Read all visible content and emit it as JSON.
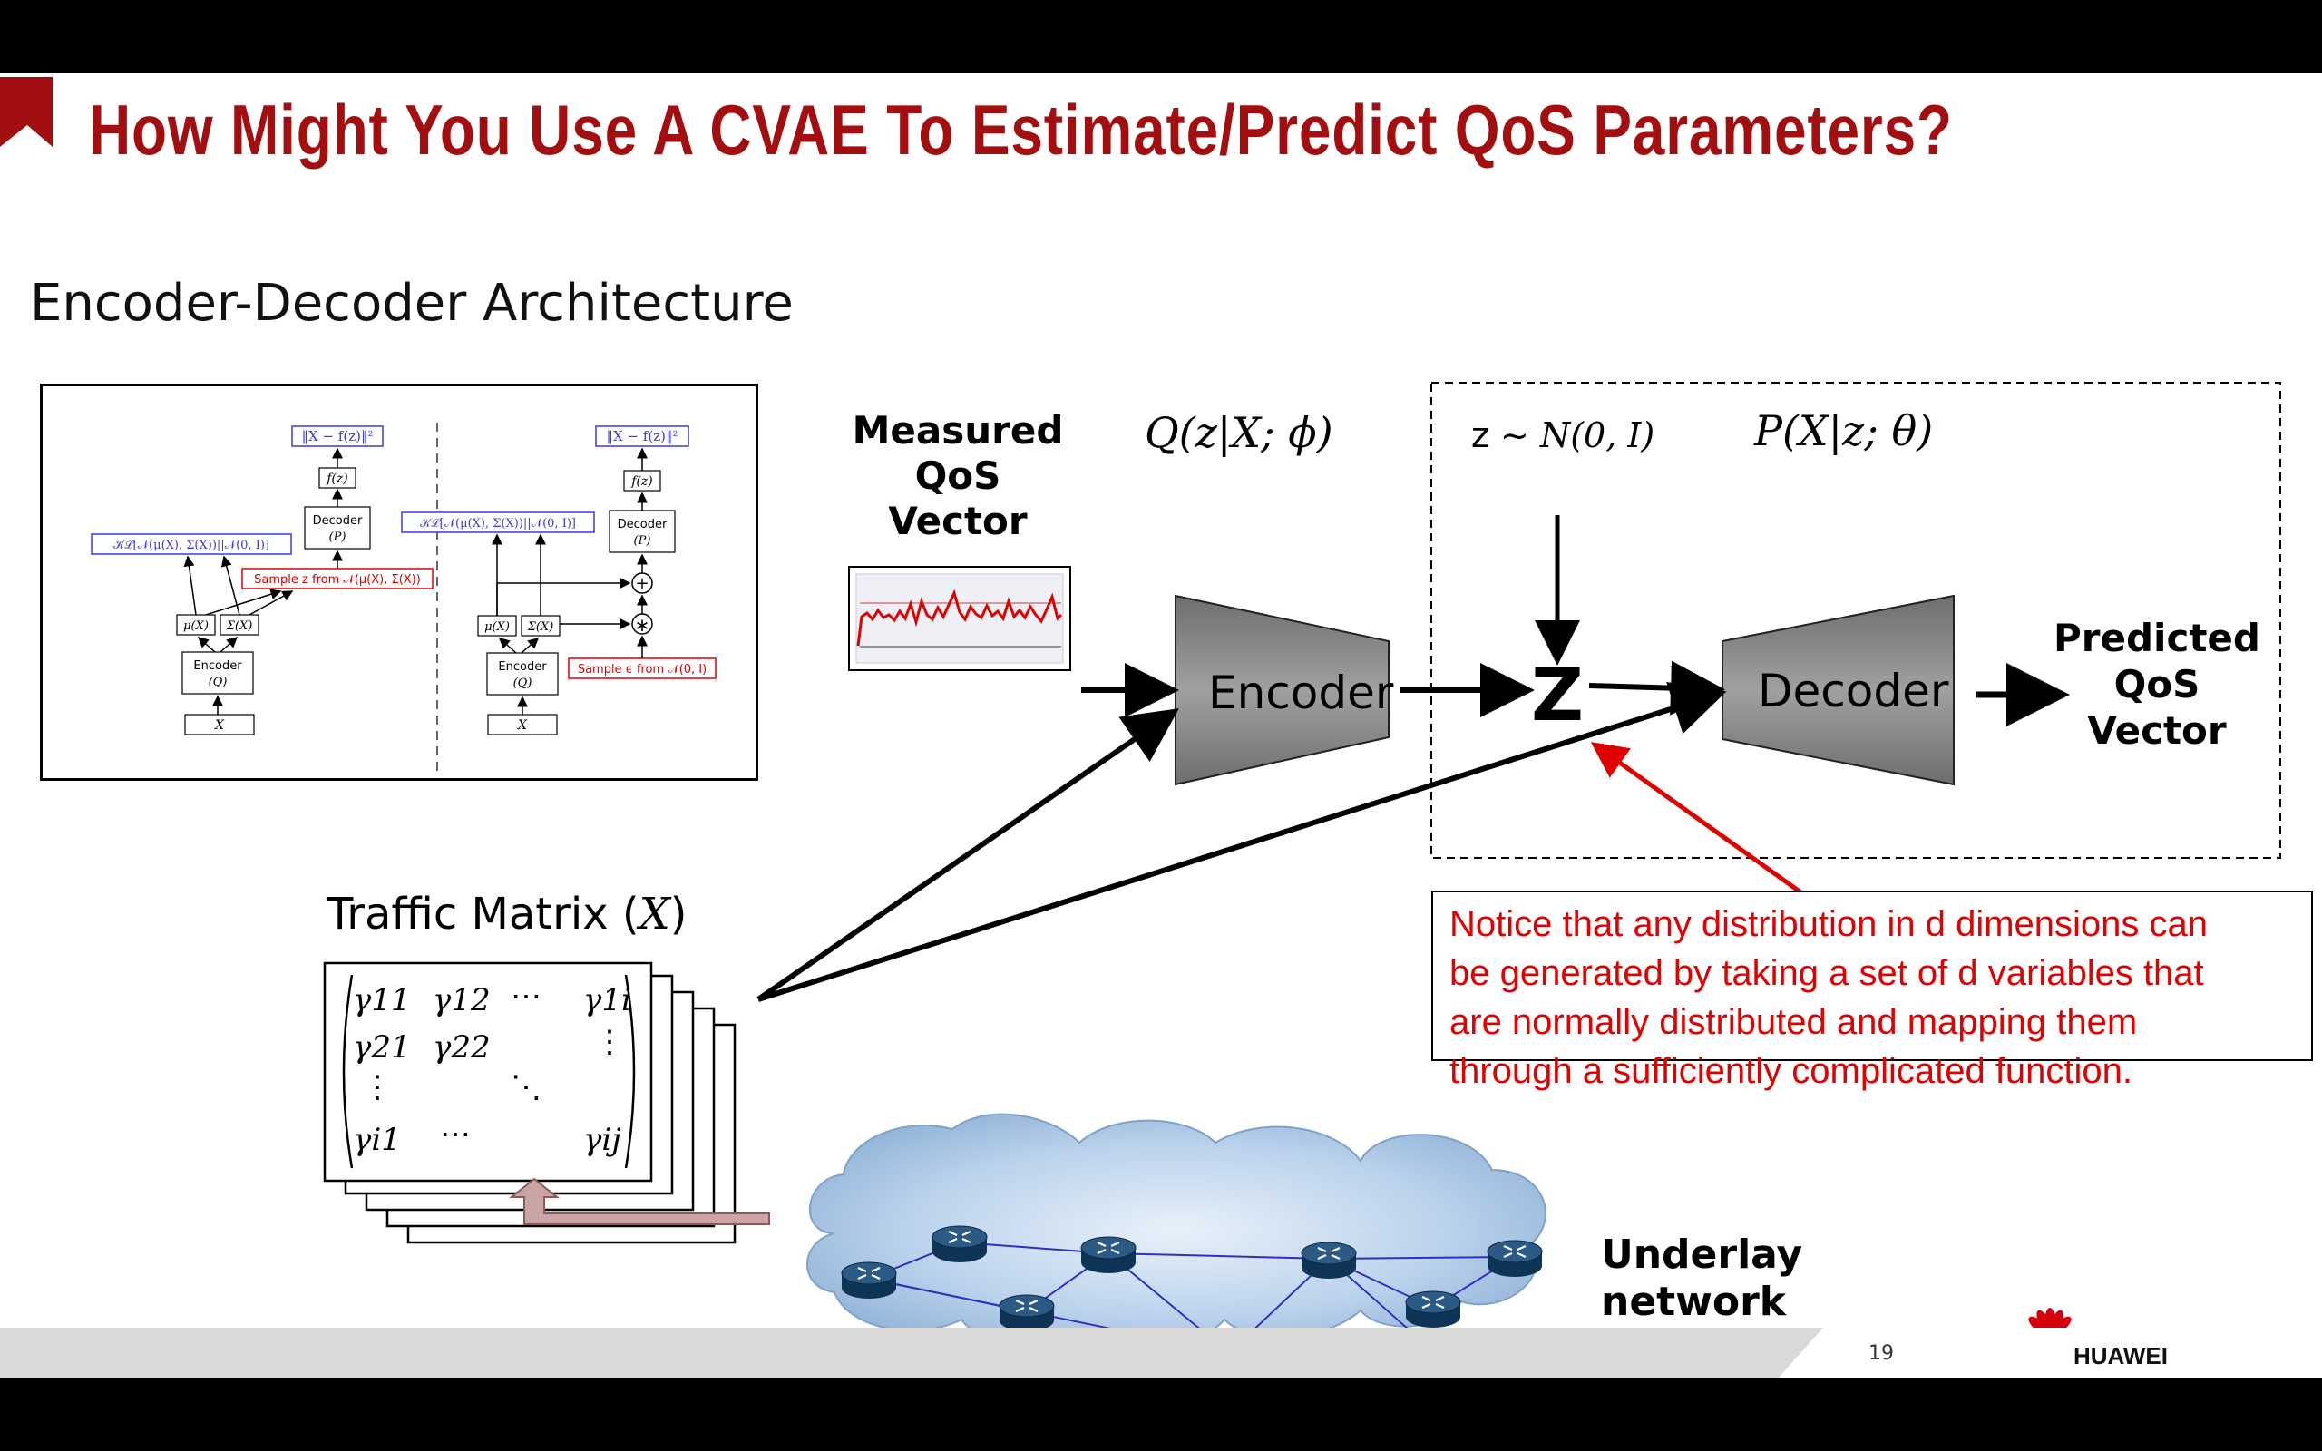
{
  "slide": {
    "title": "How Might You Use A CVAE To Estimate/Predict QoS Parameters?",
    "subtitle": "Encoder-Decoder Architecture",
    "page_number": "19",
    "brand": "HUAWEI",
    "colors": {
      "title": "#a30f10",
      "accent_red": "#e00000",
      "footer": "#d9d9d9"
    }
  },
  "inset": {
    "loss_left": "‖X − f(z)‖²",
    "loss_right": "‖X − f(z)‖²",
    "fz_left": "f(z)",
    "fz_right": "f(z)",
    "decoder_left": "Decoder",
    "decoder_left_sub": "(P)",
    "decoder_right": "Decoder",
    "decoder_right_sub": "(P)",
    "kl_left": "𝒦ℒ[𝒩(μ(X), Σ(X))||𝒩(0, I)]",
    "kl_right": "𝒦ℒ[𝒩(μ(X), Σ(X))||𝒩(0, I)]",
    "sample_left": "Sample z from 𝒩(μ(X), Σ(X))",
    "sample_right": "Sample ϵ from 𝒩(0, I)",
    "mu_left": "μ(X)",
    "sigma_left": "Σ(X)",
    "mu_right": "μ(X)",
    "sigma_right": "Σ(X)",
    "encoder_left": "Encoder",
    "encoder_left_sub": "(Q)",
    "encoder_right": "Encoder",
    "encoder_right_sub": "(Q)",
    "x_left": "X",
    "x_right": "X",
    "plus": "+",
    "star": "∗"
  },
  "diagram": {
    "measured_line1": "Measured",
    "measured_line2": "QoS",
    "measured_line3": "Vector",
    "q_label": "Q(z|X; ϕ)",
    "p_label": "P(X|z; θ)",
    "z_dist_prefix": "z ~ ",
    "z_dist_math": "N(0, I)",
    "z_symbol": "Z",
    "encoder": "Encoder",
    "decoder": "Decoder",
    "predicted_line1": "Predicted",
    "predicted_line2": "QoS",
    "predicted_line3": "Vector",
    "traffic_label": "Traffic Matrix (",
    "traffic_label_var": "X",
    "traffic_label_end": ")",
    "underlay_line1": "Underlay",
    "underlay_line2": "network",
    "note_line1": "Notice that any distribution in d dimensions can",
    "note_line2": "be generated by taking a set of d variables that",
    "note_line3": "are normally distributed and mapping them",
    "note_line4": "through a sufficiently complicated function."
  },
  "matrix": {
    "g11": "γ11",
    "g12": "γ12",
    "hdots1": "⋯",
    "g1i": "γ1i",
    "g21": "γ21",
    "g22": "γ22",
    "vdots1": "⋮",
    "vdots2": "⋮",
    "ddots": "⋱",
    "gi1": "γi1",
    "hdots2": "⋯",
    "gij": "γij"
  }
}
